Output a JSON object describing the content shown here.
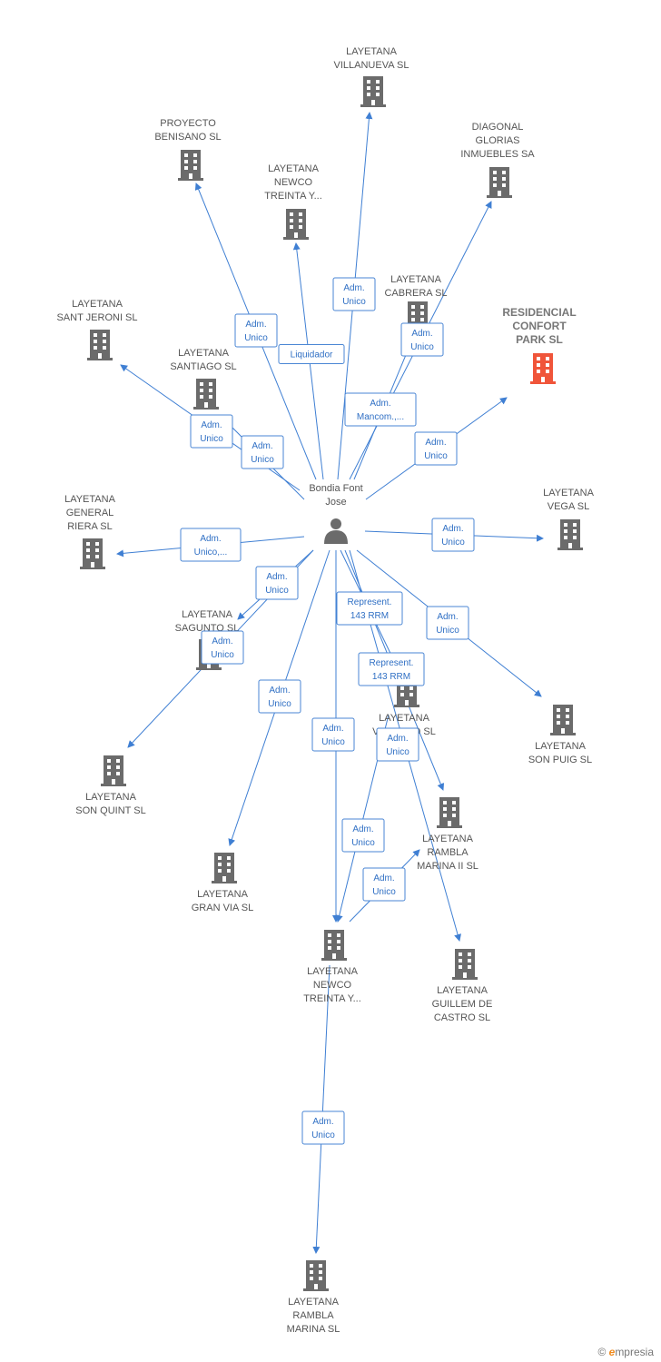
{
  "colors": {
    "edge": "#3f7fd3",
    "building": "#6b6b6b",
    "focus_building": "#f0553a",
    "label": "#555555"
  },
  "center_node": {
    "id": "bondia",
    "label_lines": [
      "Bondia Font",
      "Jose"
    ],
    "icon": "person-icon"
  },
  "nodes": [
    {
      "id": "villanueva",
      "label_lines": [
        "LAYETANA",
        "VILLANUEVA SL"
      ],
      "icon": "building-icon"
    },
    {
      "id": "benisano",
      "label_lines": [
        "PROYECTO",
        "BENISANO  SL"
      ],
      "icon": "building-icon"
    },
    {
      "id": "newco_top",
      "label_lines": [
        "LAYETANA",
        "NEWCO",
        "TREINTA Y..."
      ],
      "icon": "building-icon"
    },
    {
      "id": "diagonal",
      "label_lines": [
        "DIAGONAL",
        "GLORIAS",
        "INMUEBLES SA"
      ],
      "icon": "building-icon"
    },
    {
      "id": "cabrera",
      "label_lines": [
        "LAYETANA",
        "CABRERA SL"
      ],
      "icon": "building-icon"
    },
    {
      "id": "residencial",
      "label_lines": [
        "RESIDENCIAL",
        "CONFORT",
        "PARK SL"
      ],
      "icon": "building-icon",
      "focus": true
    },
    {
      "id": "sant_jeroni",
      "label_lines": [
        "LAYETANA",
        "SANT JERONI SL"
      ],
      "icon": "building-icon"
    },
    {
      "id": "santiago",
      "label_lines": [
        "LAYETANA",
        "SANTIAGO SL"
      ],
      "icon": "building-icon"
    },
    {
      "id": "general_riera",
      "label_lines": [
        "LAYETANA",
        "GENERAL",
        "RIERA SL"
      ],
      "icon": "building-icon"
    },
    {
      "id": "vega",
      "label_lines": [
        "LAYETANA",
        "VEGA SL"
      ],
      "icon": "building-icon"
    },
    {
      "id": "sagunto",
      "label_lines": [
        "LAYETANA",
        "SAGUNTO SL"
      ],
      "icon": "building-icon"
    },
    {
      "id": "veinti",
      "label_lines": [
        "LAYETANA",
        "VEINTI...O SL"
      ],
      "icon": "building-icon"
    },
    {
      "id": "son_puig",
      "label_lines": [
        "LAYETANA",
        "SON PUIG SL"
      ],
      "icon": "building-icon"
    },
    {
      "id": "son_quint",
      "label_lines": [
        "LAYETANA",
        "SON QUINT SL"
      ],
      "icon": "building-icon"
    },
    {
      "id": "rambla_marina_ii",
      "label_lines": [
        "LAYETANA",
        "RAMBLA",
        "MARINA II SL"
      ],
      "icon": "building-icon"
    },
    {
      "id": "gran_via",
      "label_lines": [
        "LAYETANA",
        "GRAN VIA SL"
      ],
      "icon": "building-icon"
    },
    {
      "id": "newco_bottom",
      "label_lines": [
        "LAYETANA",
        "NEWCO",
        "TREINTA Y..."
      ],
      "icon": "building-icon"
    },
    {
      "id": "guillem",
      "label_lines": [
        "LAYETANA",
        "GUILLEM DE",
        "CASTRO SL"
      ],
      "icon": "building-icon"
    },
    {
      "id": "rambla_marina",
      "label_lines": [
        "LAYETANA",
        "RAMBLA",
        "MARINA SL"
      ],
      "icon": "building-icon"
    }
  ],
  "edges": [
    {
      "from": "bondia",
      "to": "villanueva",
      "label_lines": [
        "Adm.",
        "Unico"
      ]
    },
    {
      "from": "bondia",
      "to": "benisano",
      "label_lines": [
        "Adm.",
        "Unico"
      ]
    },
    {
      "from": "bondia",
      "to": "newco_top",
      "label_lines": [
        "Liquidador"
      ]
    },
    {
      "from": "bondia",
      "to": "diagonal",
      "label_lines": [
        "Adm.",
        "Mancom.,..."
      ]
    },
    {
      "from": "bondia",
      "to": "cabrera",
      "label_lines": [
        "Adm.",
        "Unico"
      ]
    },
    {
      "from": "bondia",
      "to": "residencial",
      "label_lines": [
        "Adm.",
        "Unico"
      ]
    },
    {
      "from": "bondia",
      "to": "sant_jeroni",
      "label_lines": [
        "Adm.",
        "Unico"
      ]
    },
    {
      "from": "bondia",
      "to": "santiago",
      "label_lines": [
        "Adm.",
        "Unico"
      ]
    },
    {
      "from": "bondia",
      "to": "general_riera",
      "label_lines": [
        "Adm.",
        "Unico,..."
      ]
    },
    {
      "from": "bondia",
      "to": "vega",
      "label_lines": [
        "Adm.",
        "Unico"
      ]
    },
    {
      "from": "bondia",
      "to": "sagunto",
      "label_lines": [
        "Adm.",
        "Unico"
      ]
    },
    {
      "from": "bondia",
      "to": "son_quint",
      "label_lines": [
        "Adm.",
        "Unico"
      ]
    },
    {
      "from": "bondia",
      "to": "gran_via",
      "label_lines": [
        "Adm.",
        "Unico"
      ]
    },
    {
      "from": "bondia",
      "to": "newco_bottom",
      "label_lines": [
        "Adm.",
        "Unico"
      ]
    },
    {
      "from": "bondia",
      "to": "veinti",
      "label_lines": [
        "Represent.",
        "143 RRM"
      ]
    },
    {
      "from": "bondia",
      "to": "rambla_marina_ii",
      "label_lines": [
        "Represent.",
        "143 RRM"
      ]
    },
    {
      "from": "bondia",
      "to": "son_puig",
      "label_lines": [
        "Adm.",
        "Unico"
      ]
    },
    {
      "from": "bondia",
      "to": "guillem",
      "label_lines": [
        "Adm.",
        "Unico"
      ]
    },
    {
      "from": "veinti",
      "to": "newco_bottom",
      "label_lines": [
        "Adm.",
        "Unico"
      ]
    },
    {
      "from": "newco_bottom",
      "to": "rambla_marina_ii",
      "label_lines": [
        "Adm.",
        "Unico"
      ]
    },
    {
      "from": "newco_bottom",
      "to": "rambla_marina",
      "label_lines": [
        "Adm.",
        "Unico"
      ]
    }
  ],
  "footer": {
    "copyright_symbol": "©",
    "brand_initial": "e",
    "brand_rest": "mpresia"
  }
}
